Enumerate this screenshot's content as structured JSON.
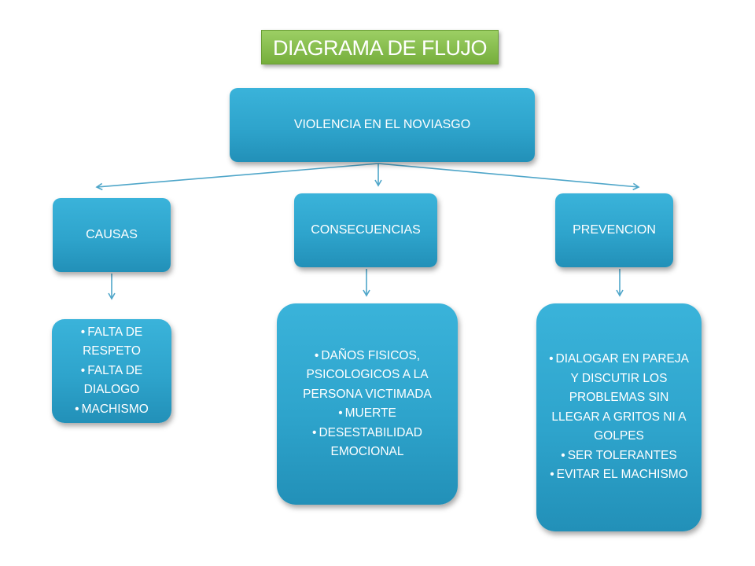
{
  "title": "DIAGRAMA DE FLUJO",
  "root": "VIOLENCIA EN EL NOVIASGO",
  "branches": [
    {
      "label": "CAUSAS",
      "items": [
        "FALTA DE RESPETO",
        "FALTA DE DIALOGO",
        "MACHISMO"
      ]
    },
    {
      "label": "CONSECUENCIAS",
      "items": [
        "DAÑOS FISICOS, PSICOLOGICOS A LA PERSONA VICTIMADA",
        "MUERTE",
        "DESESTABILIDAD EMOCIONAL"
      ]
    },
    {
      "label": "PREVENCION",
      "items": [
        "DIALOGAR EN PAREJA Y DISCUTIR LOS PROBLEMAS SIN LLEGAR A GRITOS NI A GOLPES",
        "SER TOLERANTES",
        "EVITAR EL MACHISMO"
      ]
    }
  ],
  "colors": {
    "title_bg": "#85bd4a",
    "node_bg": "#2ea4cc",
    "arrow": "#4fa6c9"
  }
}
